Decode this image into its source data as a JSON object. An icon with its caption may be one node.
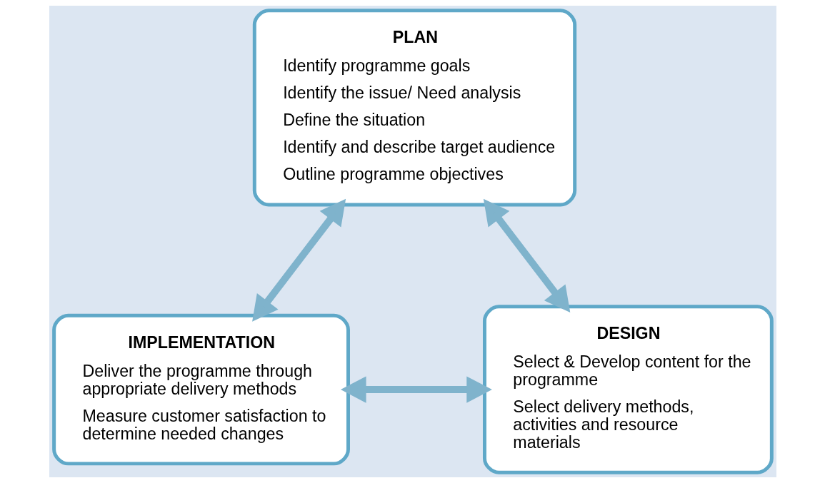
{
  "diagram": {
    "nodes": [
      {
        "text": [
          "PLAN",
          "Identify programme goals",
          "Identify the issue/ Need analysis",
          "Define the situation",
          "Identify and describe target audience",
          "Outline programme objectives"
        ]
      },
      {
        "text": [
          "IMPLEMENTATION",
          "Deliver the programme through appropriate delivery methods",
          "Measure customer satisfaction to determine needed changes"
        ]
      },
      {
        "text": [
          "DESIGN",
          "Select & Develop content for the programme",
          "Select delivery methods, activities and resource materials"
        ]
      }
    ],
    "edges": [
      {
        "from": 0,
        "to": 1,
        "arrow": "both"
      },
      {
        "from": 0,
        "to": 2,
        "arrow": "both"
      },
      {
        "from": 1,
        "to": 2,
        "arrow": "both"
      }
    ]
  }
}
